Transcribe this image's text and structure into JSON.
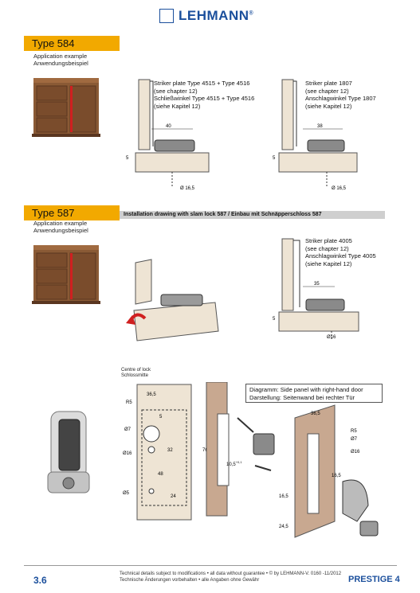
{
  "header": {
    "brand": "LEHMANN",
    "registered": "®"
  },
  "section1": {
    "title": "Type 584",
    "subtitle_en": "Application example",
    "subtitle_de": "Anwendungsbeispiel",
    "left_note": [
      "Striker plate Type 4515 + Type 4516",
      "(see chapter 12)",
      "Schließwinkel Type 4515 + Type 4516",
      "(siehe Kapitel 12)"
    ],
    "right_note": [
      "Striker plate 1807",
      "(see chapter 12)",
      "Anschlagwinkel Type 1807",
      "(siehe Kapitel 12)"
    ],
    "dims_left": {
      "width": "40",
      "height": "5",
      "dia": "Ø 16,5"
    },
    "dims_right": {
      "width": "38",
      "height": "5",
      "dia": "Ø 16,5"
    }
  },
  "section2": {
    "title": "Type 587",
    "subtitle_en": "Application example",
    "subtitle_de": "Anwendungsbeispiel",
    "installation_label": "Installation drawing with slam lock 587 / Einbau mit Schnäpperschloss 587",
    "note": [
      "Striker plate 4005",
      "(see chapter 12)",
      "Anschlagwinkel Type 4005",
      "(siehe Kapitel 12)"
    ],
    "dims": {
      "width": "35",
      "height": "5",
      "dia": "Ø16"
    }
  },
  "section3": {
    "centre_label": [
      "Centre of lock",
      "Schlossmitte"
    ],
    "diagram_note": [
      "Diagramm: Side panel with right-hand door",
      "Darstellung: Seitenwand bei rechter Tür"
    ],
    "dims": {
      "d365": "36,5",
      "r5": "R5",
      "d5": "5",
      "d7": "Ø7",
      "d32": "32",
      "d765": "76,5",
      "d16": "Ø16",
      "d48": "48",
      "d5b": "Ø5",
      "d24": "24",
      "d105": "10,5",
      "d105sup": "+0,1",
      "r5b": "R5",
      "d7b": "Ø7",
      "d16b": "Ø16",
      "d365b": "36,5",
      "d165": "16,5",
      "d245": "24,5",
      "d165b": "16,5"
    }
  },
  "footer": {
    "page_num": "3.6",
    "line1": "Technical details subject to modifications • all data without guarantee • © by LEHMANN-V. 0160 -11/2012",
    "line2": "Technische Änderungen vorbehalten • alle Angaben ohne Gewähr",
    "brand": "PRESTIGE 4"
  }
}
